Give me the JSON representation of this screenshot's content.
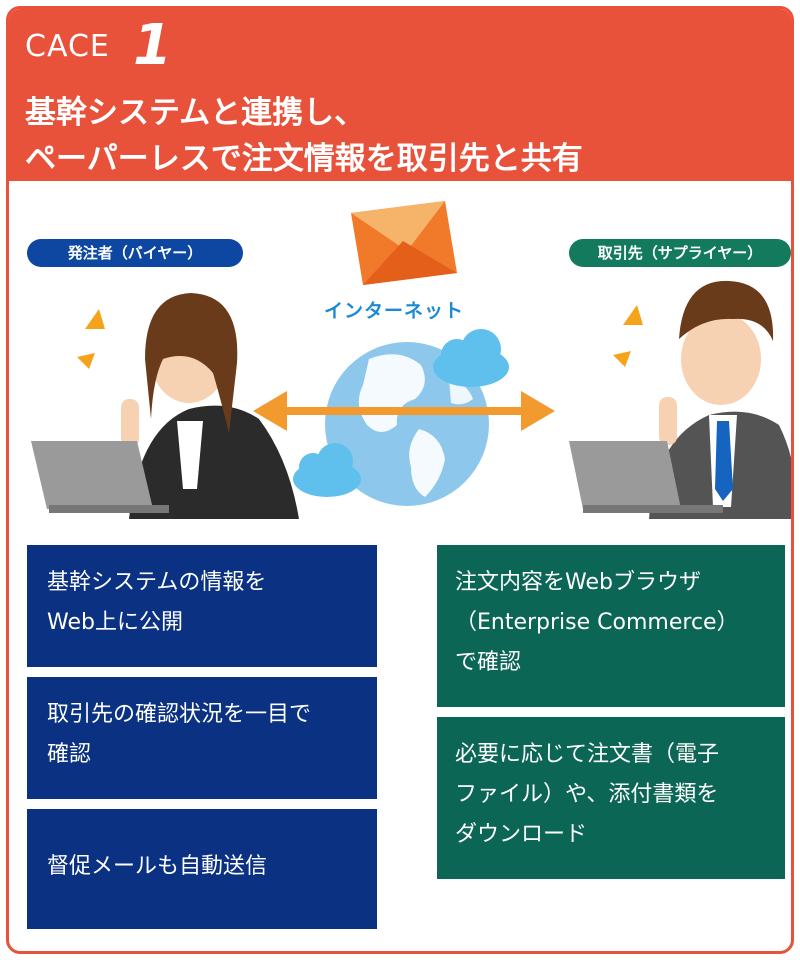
{
  "header": {
    "case_label": "CACE",
    "case_number": "1",
    "title_line1": "基幹システムと連携し、",
    "title_line2": "ペーパーレスで注文情報を取引先と共有"
  },
  "roles": {
    "buyer": "発注者（バイヤー）",
    "supplier": "取引先（サプライヤー）"
  },
  "illustration": {
    "internet_label": "インターネット",
    "envelope_icon": "envelope-icon",
    "globe_icon": "globe-icon",
    "arrow_icon": "double-arrow-icon"
  },
  "buyer_points": [
    {
      "line1": "基幹システムの情報を",
      "line2": "Web上に公開"
    },
    {
      "line1": "取引先の確認状況を一目で",
      "line2": "確認"
    },
    {
      "line1": "督促メールも自動送信"
    }
  ],
  "supplier_points": [
    {
      "line1": "注文内容をWebブラウザ",
      "line2": "（Enterprise Commerce）",
      "line3": "で確認"
    },
    {
      "line1": "必要に応じて注文書（電子",
      "line2": "ファイル）や、添付書類を",
      "line3": "ダウンロード"
    }
  ],
  "colors": {
    "header": "#e8513a",
    "buyer_blue": "#0a3182",
    "supplier_green": "#0c6656",
    "arrow_orange": "#f29a2e",
    "internet_blue": "#1a8ad4"
  }
}
